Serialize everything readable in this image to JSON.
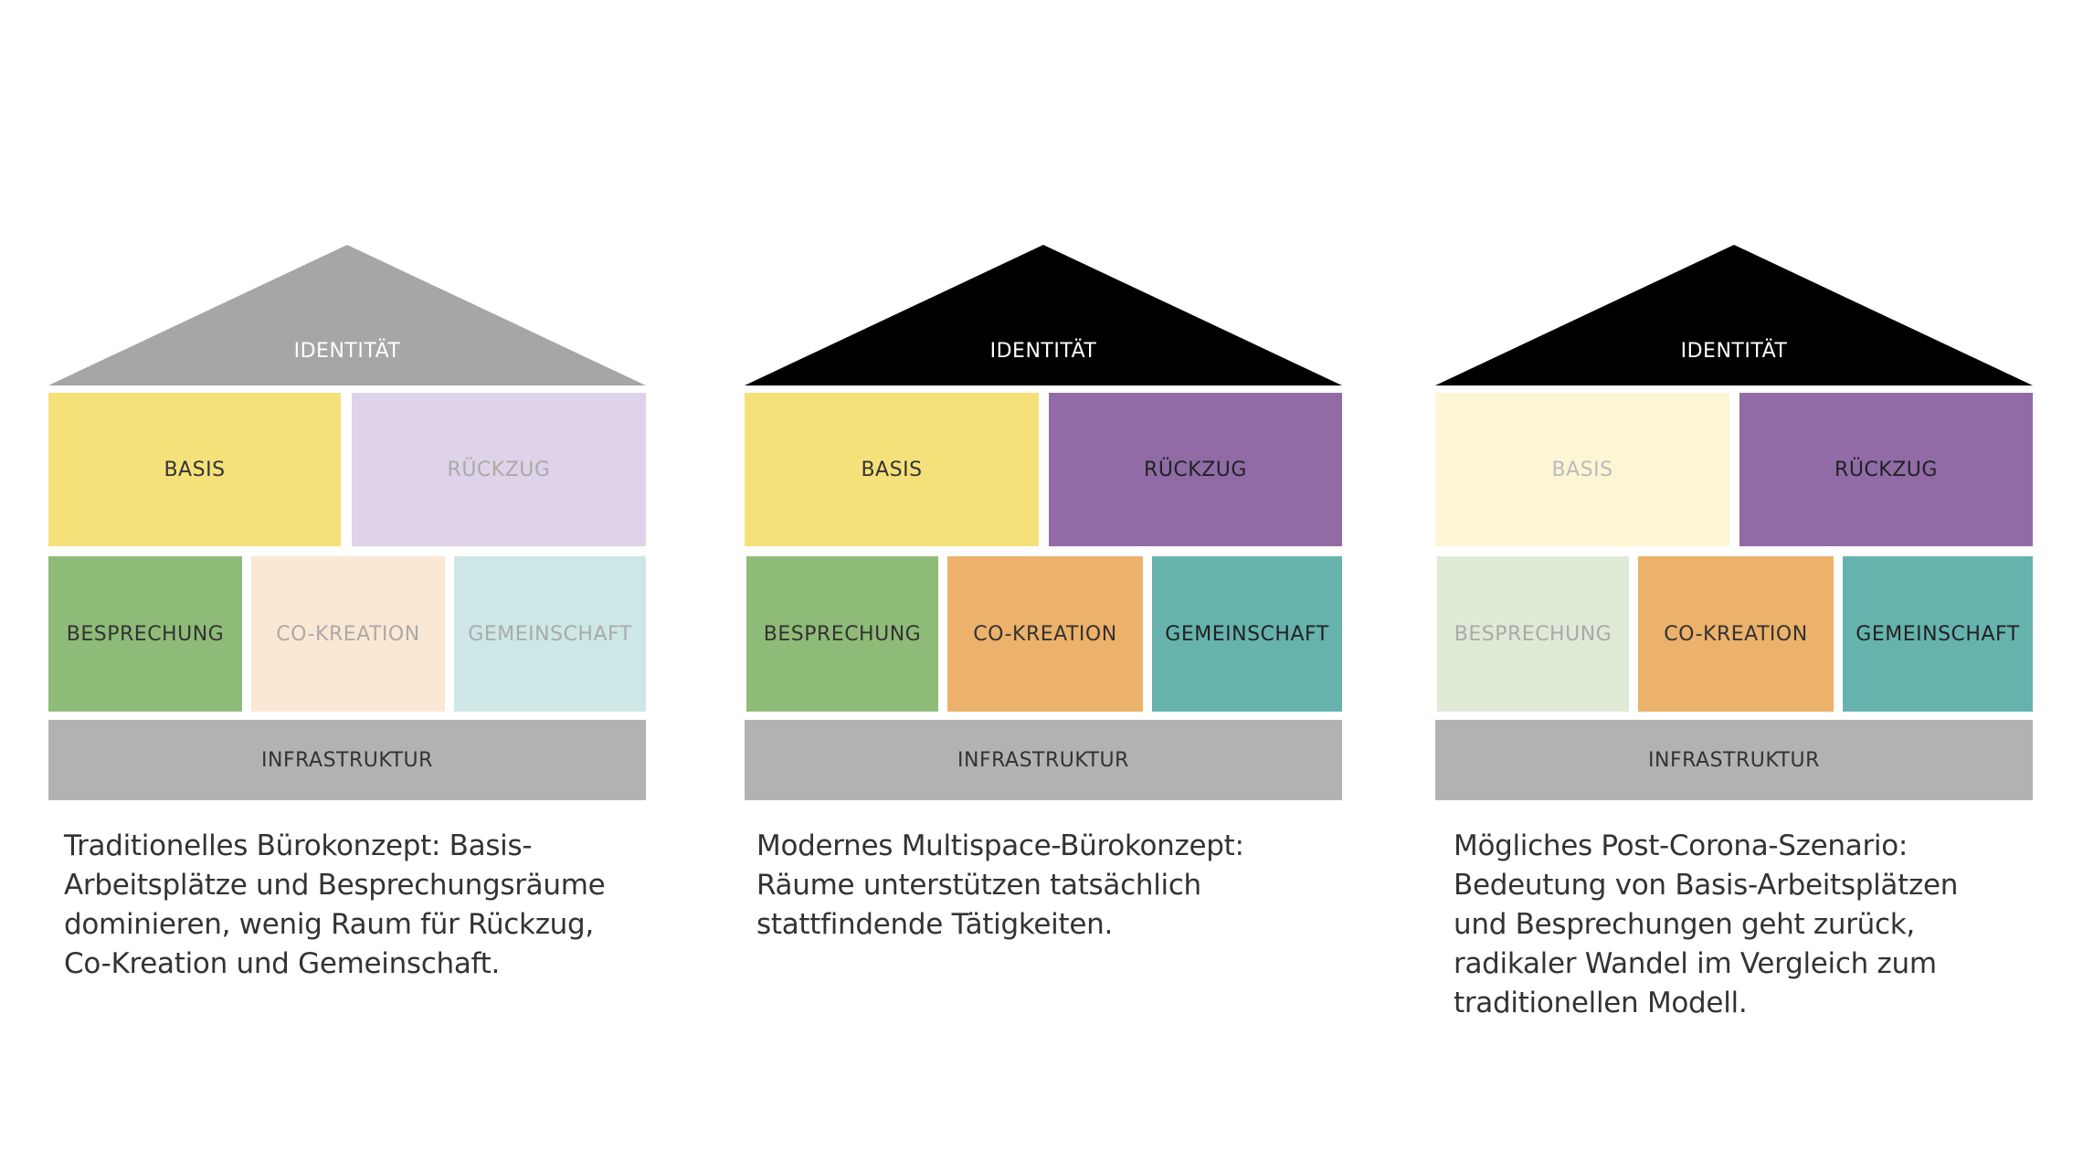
{
  "houses": [
    {
      "roof": {
        "label": "IDENTITÄT",
        "color": "#a6a6a6"
      },
      "blocks": {
        "basis": {
          "label": "BASIS",
          "color": "#f5e17a",
          "text_color": "#333333"
        },
        "rueckzug": {
          "label": "RÜCKZUG",
          "color": "#ded3e8",
          "text_color": "#aaaaaa"
        },
        "besprechung": {
          "label": "BESPRECHUNG",
          "color": "#8fbb78",
          "text_color": "#333333"
        },
        "kokreation": {
          "label": "CO-KREATION",
          "color": "#fae8d4",
          "text_color": "#aaaaaa"
        },
        "gemeinschaft": {
          "label": "GEMEINSCHAFT",
          "color": "#cde7e6",
          "text_color": "#aaaaaa"
        },
        "infrastruktur": {
          "label": "INFRASTRUKTUR",
          "color": "#b2b2b2",
          "text_color": "#333333"
        }
      },
      "caption": [
        "Traditionelles Bürokonzept: Basis-",
        "Arbeitsplätze und Besprechungsräume",
        "dominieren, wenig Raum für Rückzug,",
        "Co-Kreation und Gemeinschaft."
      ]
    },
    {
      "roof": {
        "label": "IDENTITÄT",
        "color": "#000000"
      },
      "blocks": {
        "basis": {
          "label": "BASIS",
          "color": "#f5e17a",
          "text_color": "#333333"
        },
        "rueckzug": {
          "label": "RÜCKZUG",
          "color": "#906ba6",
          "text_color": "#222222"
        },
        "besprechung": {
          "label": "BESPRECHUNG",
          "color": "#8fbb78",
          "text_color": "#333333"
        },
        "kokreation": {
          "label": "CO-KREATION",
          "color": "#ecb16a",
          "text_color": "#333333"
        },
        "gemeinschaft": {
          "label": "GEMEINSCHAFT",
          "color": "#66b3ae",
          "text_color": "#222222"
        },
        "infrastruktur": {
          "label": "INFRASTRUKTUR",
          "color": "#b2b2b2",
          "text_color": "#333333"
        }
      },
      "caption": [
        "Modernes Multispace-Bürokonzept:",
        "Räume unterstützen tatsächlich",
        "stattfindende Tätigkeiten."
      ]
    },
    {
      "roof": {
        "label": "IDENTITÄT",
        "color": "#000000"
      },
      "blocks": {
        "basis": {
          "label": "BASIS",
          "color": "#fcf6d5",
          "text_color": "#bbbbbb"
        },
        "rueckzug": {
          "label": "RÜCKZUG",
          "color": "#906ba6",
          "text_color": "#222222"
        },
        "besprechung": {
          "label": "BESPRECHUNG",
          "color": "#deead5",
          "text_color": "#aaaaaa"
        },
        "kokreation": {
          "label": "CO-KREATION",
          "color": "#ecb16a",
          "text_color": "#333333"
        },
        "gemeinschaft": {
          "label": "GEMEINSCHAFT",
          "color": "#66b3ae",
          "text_color": "#222222"
        },
        "infrastruktur": {
          "label": "INFRASTRUKTUR",
          "color": "#b2b2b2",
          "text_color": "#333333"
        }
      },
      "caption": [
        "Mögliches Post-Corona-Szenario:",
        "Bedeutung von Basis-Arbeitsplätzen",
        "und Besprechungen geht zurück,",
        "radikaler Wandel im Vergleich zum",
        "traditionellen Modell."
      ]
    }
  ]
}
